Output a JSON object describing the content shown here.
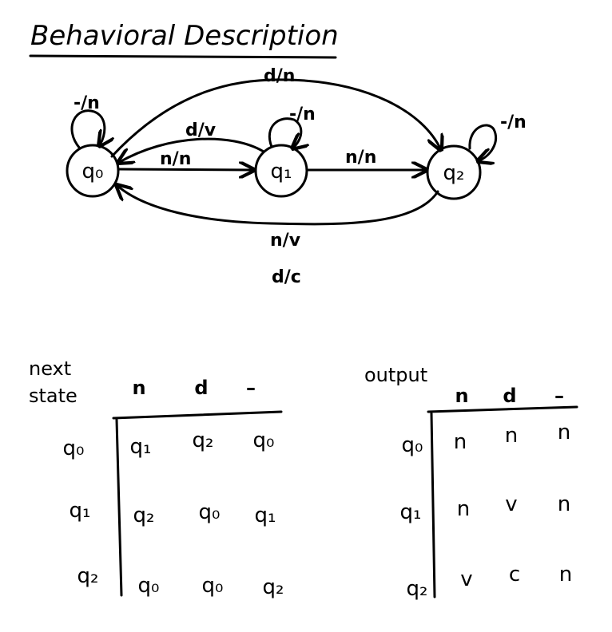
{
  "title": "Behavioral Description",
  "states": [
    "q0",
    "q1",
    "q2"
  ],
  "state_labels": {
    "q0": "q₀",
    "q1": "q₁",
    "q2": "q₂"
  },
  "transitions": {
    "q0_self": "-/n",
    "q1_self": "-/n",
    "q2_self": "-/n",
    "q0_q2_top": "d/n",
    "q1_q0": "d/v",
    "q0_q1": "n/n",
    "q1_q2": "n/n",
    "q2_q0_line1": "n/v",
    "q2_q0_line2": "d/c"
  },
  "next_state_table": {
    "caption_line1": "next",
    "caption_line2": "state",
    "columns": [
      "n",
      "d",
      "–"
    ],
    "rows": [
      {
        "state": "q₀",
        "cells": [
          "q₁",
          "q₂",
          "q₀"
        ]
      },
      {
        "state": "q₁",
        "cells": [
          "q₂",
          "q₀",
          "q₁"
        ]
      },
      {
        "state": "q₂",
        "cells": [
          "q₀",
          "q₀",
          "q₂"
        ]
      }
    ]
  },
  "output_table": {
    "caption": "output",
    "columns": [
      "n",
      "d",
      "–"
    ],
    "rows": [
      {
        "state": "q₀",
        "cells": [
          "n",
          "n",
          "n"
        ]
      },
      {
        "state": "q₁",
        "cells": [
          "n",
          "v",
          "n"
        ]
      },
      {
        "state": "q₂",
        "cells": [
          "v",
          "c",
          "n"
        ]
      }
    ]
  }
}
